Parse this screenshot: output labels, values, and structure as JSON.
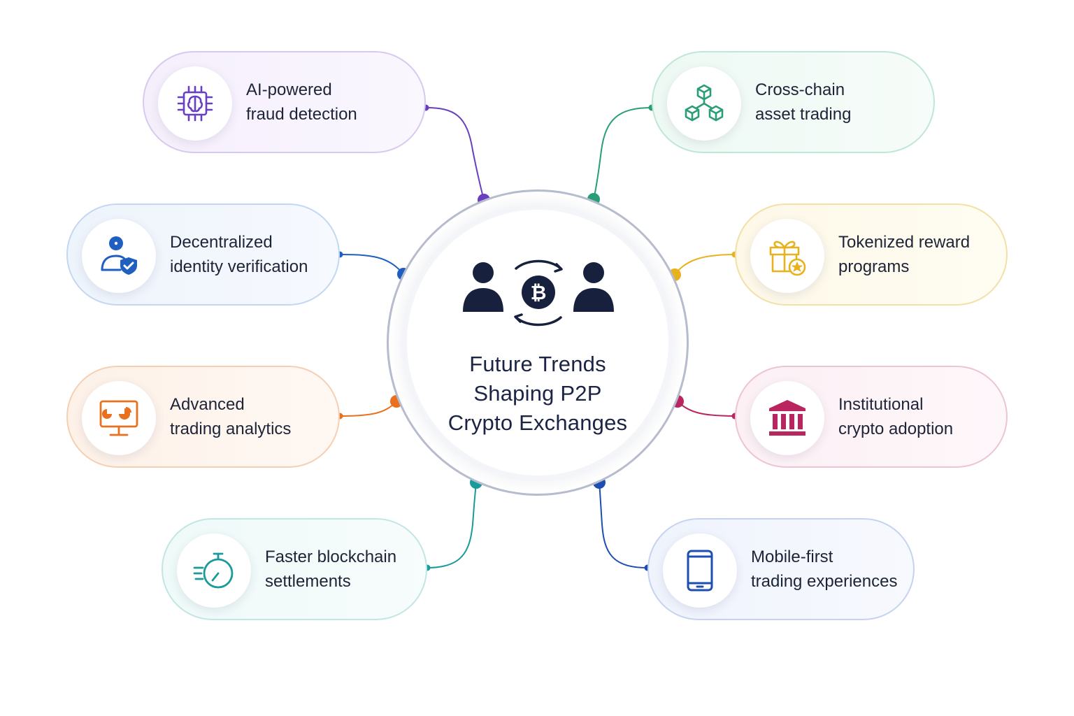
{
  "center": {
    "title_lines": [
      "Future Trends",
      "Shaping P2P",
      "Crypto Exchanges"
    ],
    "icon": "p2p-bitcoin-exchange-icon"
  },
  "trends": [
    {
      "lines": [
        "AI-powered",
        "fraud detection"
      ],
      "icon": "ai-chip-icon",
      "color": "#6a3fbf"
    },
    {
      "lines": [
        "Cross-chain",
        "asset trading"
      ],
      "icon": "cubes-network-icon",
      "color": "#2a9d78"
    },
    {
      "lines": [
        "Decentralized",
        "identity verification"
      ],
      "icon": "user-shield-icon",
      "color": "#1f5fbf"
    },
    {
      "lines": [
        "Tokenized reward",
        "programs"
      ],
      "icon": "gift-star-icon",
      "color": "#e8b21e"
    },
    {
      "lines": [
        "Advanced",
        "trading analytics"
      ],
      "icon": "monitor-chart-icon",
      "color": "#e8701e"
    },
    {
      "lines": [
        "Institutional",
        "crypto adoption"
      ],
      "icon": "bank-building-icon",
      "color": "#b8255f"
    },
    {
      "lines": [
        "Faster blockchain",
        "settlements"
      ],
      "icon": "stopwatch-speed-icon",
      "color": "#1a9a9a"
    },
    {
      "lines": [
        "Mobile-first",
        "trading experiences"
      ],
      "icon": "smartphone-icon",
      "color": "#1d4fb0"
    }
  ],
  "colors": {
    "title": "#1b2444",
    "hub_ring": "#b6bccd",
    "people": "#17203d"
  }
}
